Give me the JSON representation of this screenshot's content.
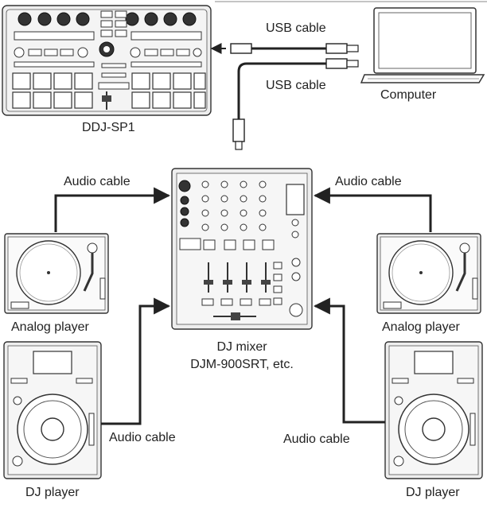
{
  "labels": {
    "usb_cable_top": "USB cable",
    "usb_cable_mid": "USB cable",
    "computer": "Computer",
    "controller": "DDJ-SP1",
    "audio_cable_left_top": "Audio cable",
    "audio_cable_right_top": "Audio cable",
    "analog_player_left": "Analog player",
    "analog_player_right": "Analog player",
    "dj_mixer_line1": "DJ mixer",
    "dj_mixer_line2": "DJM-900SRT, etc.",
    "audio_cable_left_bottom": "Audio cable",
    "audio_cable_right_bottom": "Audio cable",
    "dj_player_left": "DJ player",
    "dj_player_right": "DJ player"
  }
}
